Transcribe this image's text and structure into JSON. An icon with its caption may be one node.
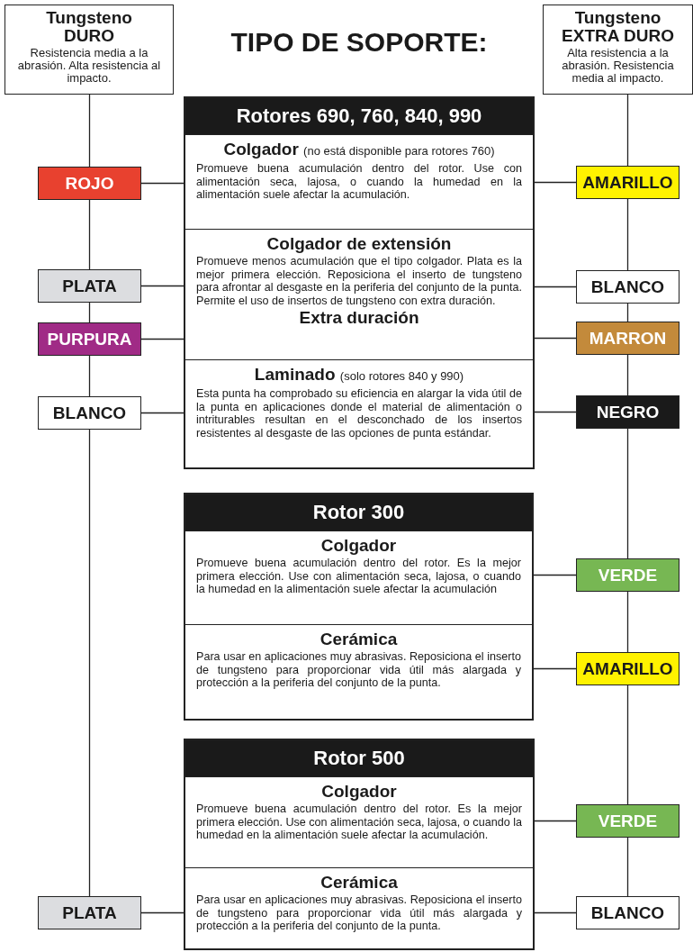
{
  "diagram": {
    "title": "TIPO DE SOPORTE:",
    "nodes": [
      {
        "text": [
          "Tungsteno DURO",
          "Resistencia media a la abrasión. Alta resistencia al impacto."
        ]
      },
      {
        "text": [
          "Tungsteno EXTRA DURO",
          "Alta resistencia a la abrasión. Resistencia media al impacto."
        ]
      },
      {
        "text": [
          "Rotores 690, 760, 840, 990"
        ]
      },
      {
        "text": [
          "Colgador",
          "(no está disponible para rotores 760)",
          "Promueve buena acumulación dentro del rotor. Use con alimentación seca, lajosa, o cuando la humedad en la alimentación suele afectar la acumulación."
        ],
        "in": 2
      },
      {
        "text": [
          "Colgador de extensión",
          "Promueve menos acumulación que el tipo colgador. Plata es la mejor primera elección. Reposiciona el inserto de tungsteno para afrontar al desgaste en la periferia del conjunto de la punta. Permite el uso de insertos de tungsteno con extra duración.",
          "Extra duración"
        ],
        "in": 2
      },
      {
        "text": [
          "Laminado",
          "(solo rotores 840 y 990)",
          "Esta punta ha comprobado su eficiencia en alargar la vida útil de la punta en aplicaciones donde el material de alimentación o intriturables resultan en el desconchado de los insertos resistentes al desgaste de las opciones de punta estándar."
        ],
        "in": 2
      },
      {
        "text": [
          "Rotor 300"
        ]
      },
      {
        "text": [
          "Colgador",
          "Promueve buena acumulación dentro del rotor. Es la mejor primera elección. Use con alimentación seca, lajosa, o cuando la humedad en la alimentación suele afectar la acumulación"
        ],
        "in": 6
      },
      {
        "text": [
          "Cerámica",
          "Para usar en aplicaciones muy abrasivas. Reposiciona el inserto de tungsteno para proporcionar vida útil más alargada y protección a la periferia del conjunto de la punta."
        ],
        "in": 6
      },
      {
        "text": [
          "Rotor 500"
        ]
      },
      {
        "text": [
          "Colgador",
          "Promueve buena acumulación dentro del rotor. Es la mejor primera elección. Use con alimentación seca, lajosa, o cuando la humedad en la alimentación suele afectar la acumulación."
        ],
        "in": 9
      },
      {
        "text": [
          "Cerámica",
          "Para usar en aplicaciones muy abrasivas. Reposiciona el inserto de tungsteno para proporcionar vida útil más alargada y protección a la periferia del conjunto de la punta."
        ],
        "in": 9
      },
      {
        "text": [
          "ROJO"
        ]
      },
      {
        "text": [
          "PLATA"
        ]
      },
      {
        "text": [
          "PURPURA"
        ]
      },
      {
        "text": [
          "BLANCO"
        ]
      },
      {
        "text": [
          "PLATA"
        ]
      },
      {
        "text": [
          "AMARILLO"
        ]
      },
      {
        "text": [
          "BLANCO"
        ]
      },
      {
        "text": [
          "MARRON"
        ]
      },
      {
        "text": [
          "NEGRO"
        ]
      },
      {
        "text": [
          "VERDE"
        ]
      },
      {
        "text": [
          "AMARILLO"
        ]
      },
      {
        "text": [
          "VERDE"
        ]
      },
      {
        "text": [
          "BLANCO"
        ]
      }
    ],
    "edges": [
      {
        "from": 0,
        "to": 12,
        "arrow": "none"
      },
      {
        "from": 12,
        "to": 13,
        "arrow": "none"
      },
      {
        "from": 13,
        "to": 14,
        "arrow": "none"
      },
      {
        "from": 14,
        "to": 15,
        "arrow": "none"
      },
      {
        "from": 15,
        "to": 16,
        "arrow": "none"
      },
      {
        "from": 1,
        "to": 17,
        "arrow": "none"
      },
      {
        "from": 17,
        "to": 18,
        "arrow": "none"
      },
      {
        "from": 18,
        "to": 19,
        "arrow": "none"
      },
      {
        "from": 19,
        "to": 20,
        "arrow": "none"
      },
      {
        "from": 20,
        "to": 21,
        "arrow": "none"
      },
      {
        "from": 21,
        "to": 22,
        "arrow": "none"
      },
      {
        "from": 22,
        "to": 23,
        "arrow": "none"
      },
      {
        "from": 23,
        "to": 24,
        "arrow": "none"
      },
      {
        "from": 12,
        "to": 3,
        "arrow": "none"
      },
      {
        "from": 13,
        "to": 4,
        "arrow": "none"
      },
      {
        "from": 14,
        "to": 4,
        "arrow": "none"
      },
      {
        "from": 15,
        "to": 5,
        "arrow": "none"
      },
      {
        "from": 16,
        "to": 11,
        "arrow": "none"
      },
      {
        "from": 17,
        "to": 3,
        "arrow": "none"
      },
      {
        "from": 18,
        "to": 4,
        "arrow": "none"
      },
      {
        "from": 19,
        "to": 4,
        "arrow": "none"
      },
      {
        "from": 20,
        "to": 5,
        "arrow": "none"
      },
      {
        "from": 21,
        "to": 7,
        "arrow": "none"
      },
      {
        "from": 22,
        "to": 8,
        "arrow": "none"
      },
      {
        "from": 23,
        "to": 10,
        "arrow": "none"
      },
      {
        "from": 24,
        "to": 11,
        "arrow": "none"
      }
    ]
  }
}
